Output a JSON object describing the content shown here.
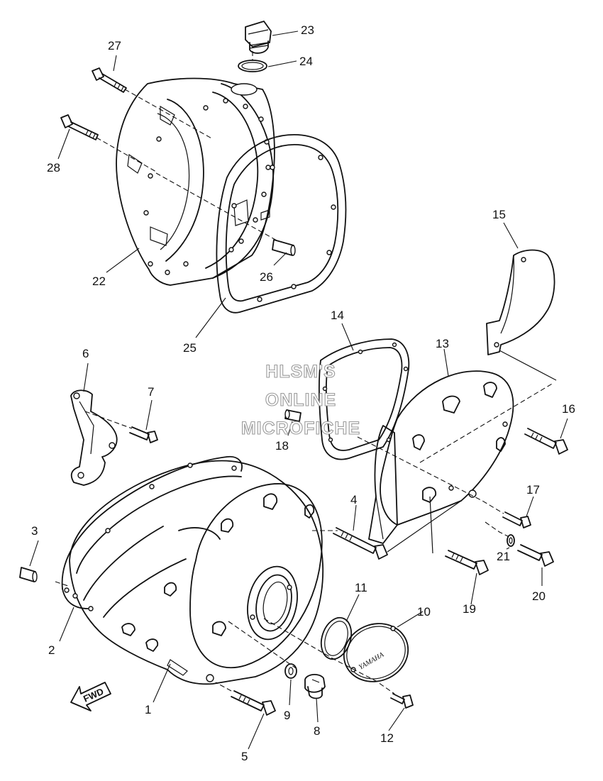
{
  "watermark": {
    "line1": "HLSM'S",
    "line2": "ONLINE",
    "line3": "MICROFICHE"
  },
  "direction_arrow": {
    "label": "FWD"
  },
  "cover_logo": {
    "text": "YAMAHA"
  },
  "callouts": {
    "c1": "1",
    "c2": "2",
    "c3": "3",
    "c4": "4",
    "c5": "5",
    "c6": "6",
    "c7": "7",
    "c8": "8",
    "c9": "9",
    "c10": "10",
    "c11": "11",
    "c12": "12",
    "c13": "13",
    "c14": "14",
    "c15": "15",
    "c16": "16",
    "c17": "17",
    "c18": "18",
    "c19": "19",
    "c20": "20",
    "c21": "21",
    "c22": "22",
    "c23": "23",
    "c24": "24",
    "c25": "25",
    "c26": "26",
    "c27": "27",
    "c28": "28"
  }
}
